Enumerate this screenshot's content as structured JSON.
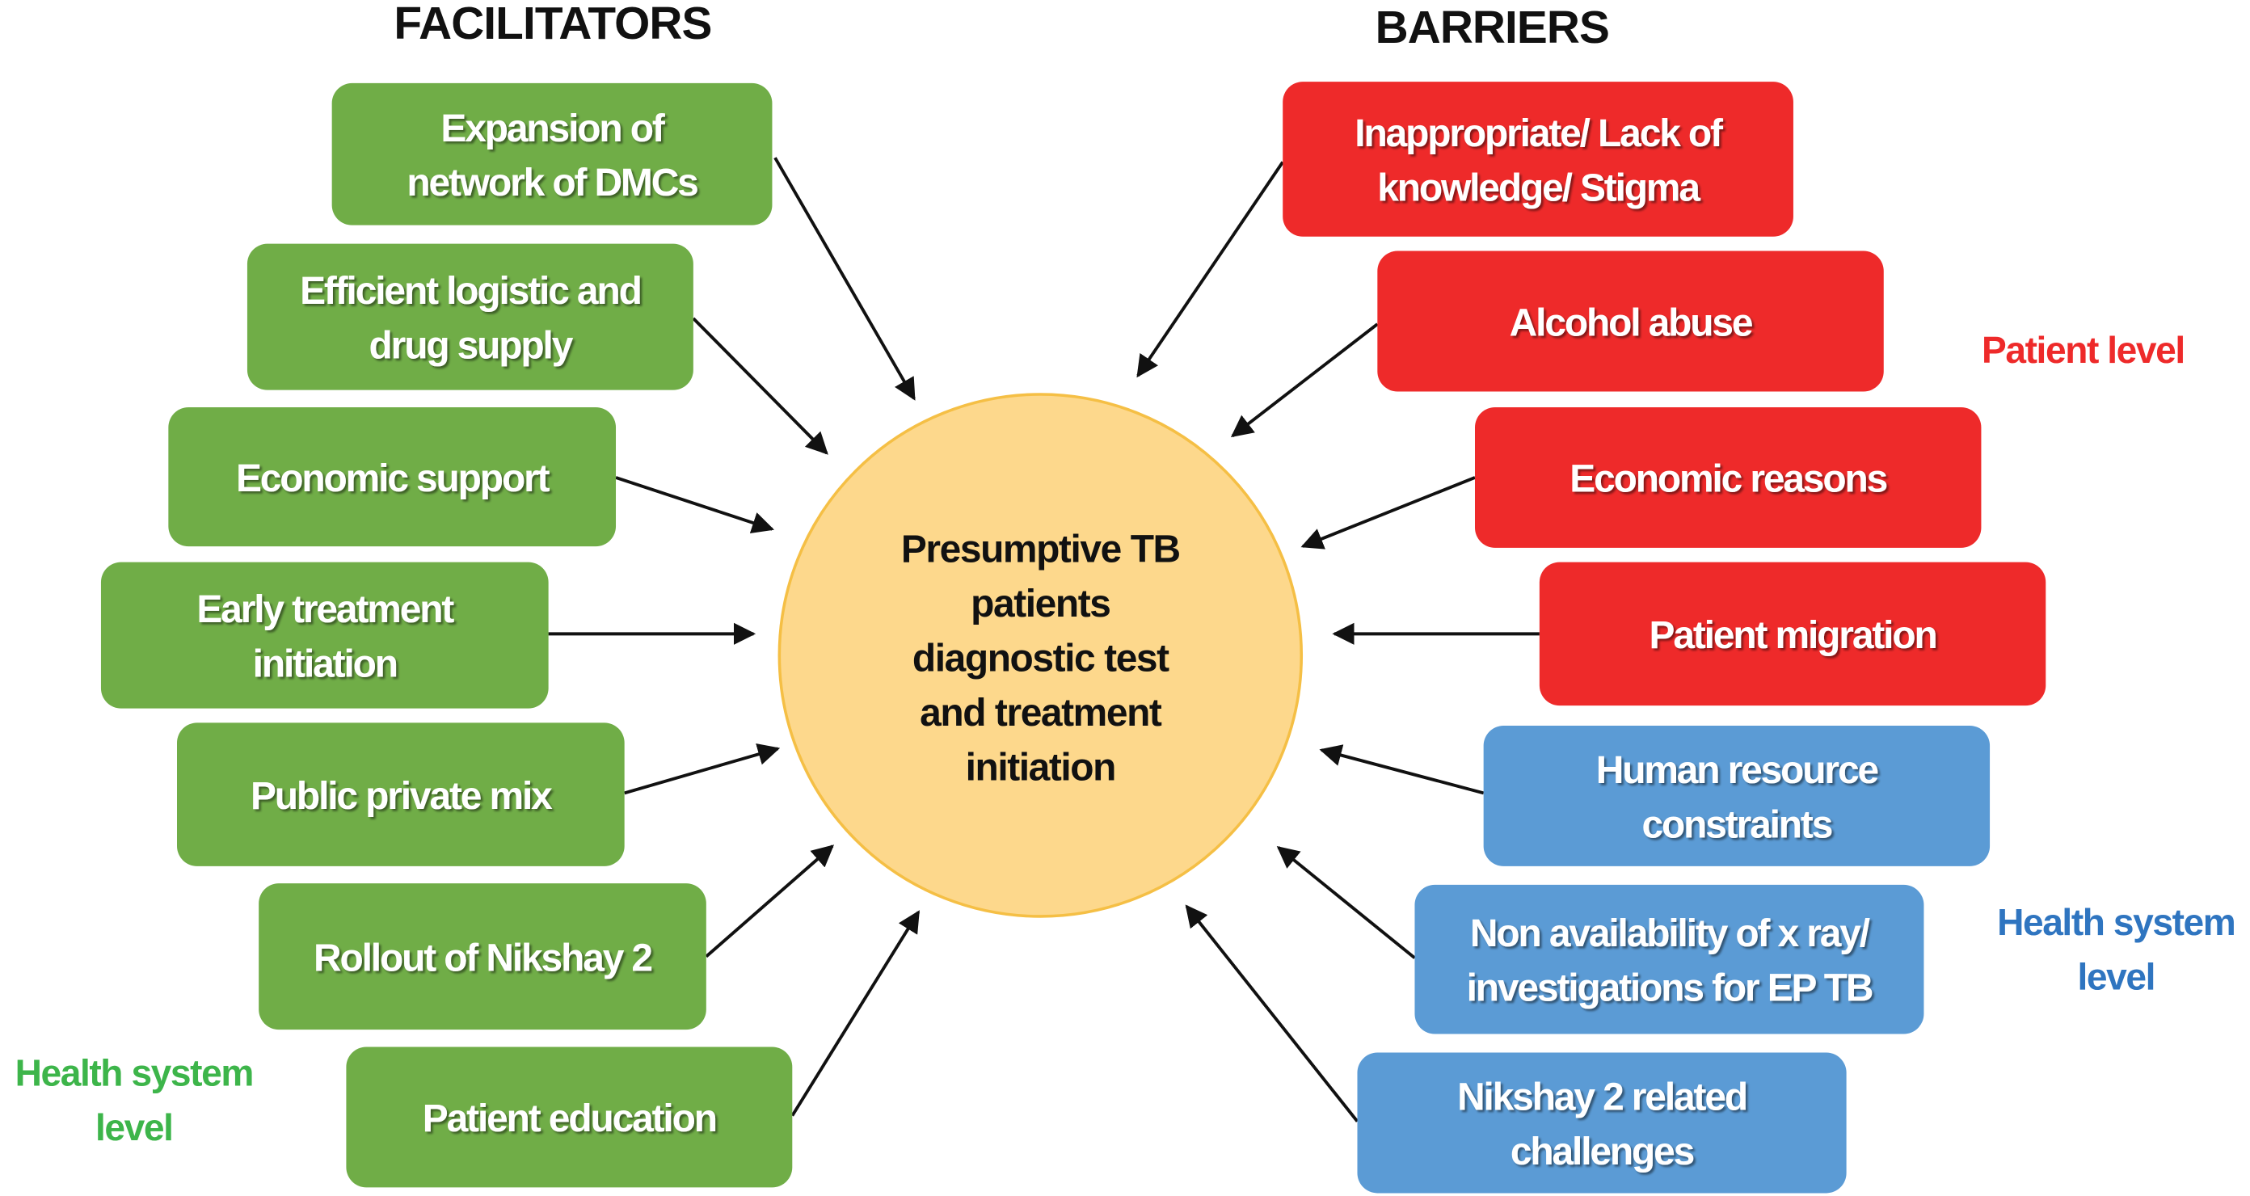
{
  "headings": {
    "facilitators": "FACILITATORS",
    "barriers": "BARRIERS"
  },
  "center": {
    "lines": [
      "Presumptive TB",
      "patients",
      "diagnostic test",
      "and treatment",
      "initiation"
    ]
  },
  "colors": {
    "facilitator": "#70ad47",
    "patient_barrier": "#ee2a2a",
    "health_barrier": "#5b9bd5",
    "circle_fill": "#fdd88c",
    "circle_stroke": "#f5bf45",
    "patient_label": "#ee2a2a",
    "health_label_blue": "#2f75c0",
    "health_label_green": "#3db54a"
  },
  "facilitators": [
    {
      "lines": [
        "Expansion of",
        "network of DMCs"
      ]
    },
    {
      "lines": [
        "Efficient logistic and",
        "drug supply"
      ]
    },
    {
      "lines": [
        "Economic support"
      ]
    },
    {
      "lines": [
        "Early treatment",
        "initiation"
      ]
    },
    {
      "lines": [
        "Public private mix"
      ]
    },
    {
      "lines": [
        "Rollout of Nikshay 2"
      ]
    },
    {
      "lines": [
        "Patient education"
      ]
    }
  ],
  "barriers": [
    {
      "lines": [
        "Inappropriate/ Lack of",
        "knowledge/ Stigma"
      ],
      "level": "patient"
    },
    {
      "lines": [
        "Alcohol abuse"
      ],
      "level": "patient"
    },
    {
      "lines": [
        "Economic reasons"
      ],
      "level": "patient"
    },
    {
      "lines": [
        "Patient migration"
      ],
      "level": "patient"
    },
    {
      "lines": [
        "Human resource",
        "constraints"
      ],
      "level": "health"
    },
    {
      "lines": [
        "Non availability of x ray/",
        "investigations for EP TB"
      ],
      "level": "health"
    },
    {
      "lines": [
        "Nikshay 2 related",
        "challenges"
      ],
      "level": "health"
    }
  ],
  "level_labels": {
    "patient": [
      "Patient level"
    ],
    "health_right": [
      "Health system",
      "level"
    ],
    "health_left": [
      "Health system",
      "level"
    ]
  }
}
